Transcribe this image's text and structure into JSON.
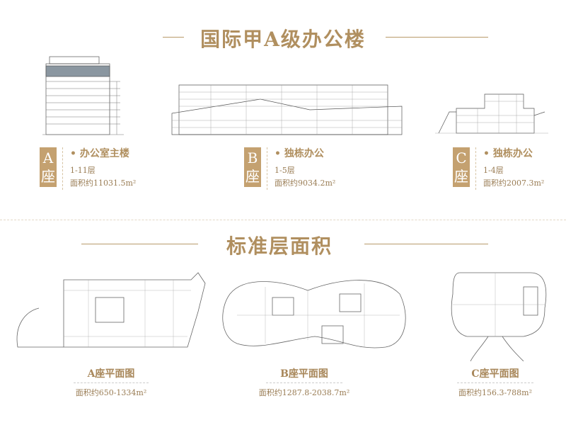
{
  "section1": {
    "title": "国际甲A级办公楼"
  },
  "buildings": [
    {
      "letter": "A",
      "seat": "座",
      "name": "• 办公室主楼",
      "floors": "1-11层",
      "area": "面积约11031.5m²"
    },
    {
      "letter": "B",
      "seat": "座",
      "name": "• 独栋办公",
      "floors": "1-5层",
      "area": "面积约9034.2m²"
    },
    {
      "letter": "C",
      "seat": "座",
      "name": "• 独栋办公",
      "floors": "1-4层",
      "area": "面积约2007.3m²"
    }
  ],
  "section2": {
    "title": "标准层面积"
  },
  "plans": [
    {
      "name": "A座平面图",
      "area": "面积约650-1334m²"
    },
    {
      "name": "B座平面图",
      "area": "面积约1287.8-2038.7m²"
    },
    {
      "name": "C座平面图",
      "area": "面积约156.3-788m²"
    }
  ],
  "colors": {
    "accent": "#c4a170",
    "text": "#a8875a"
  }
}
